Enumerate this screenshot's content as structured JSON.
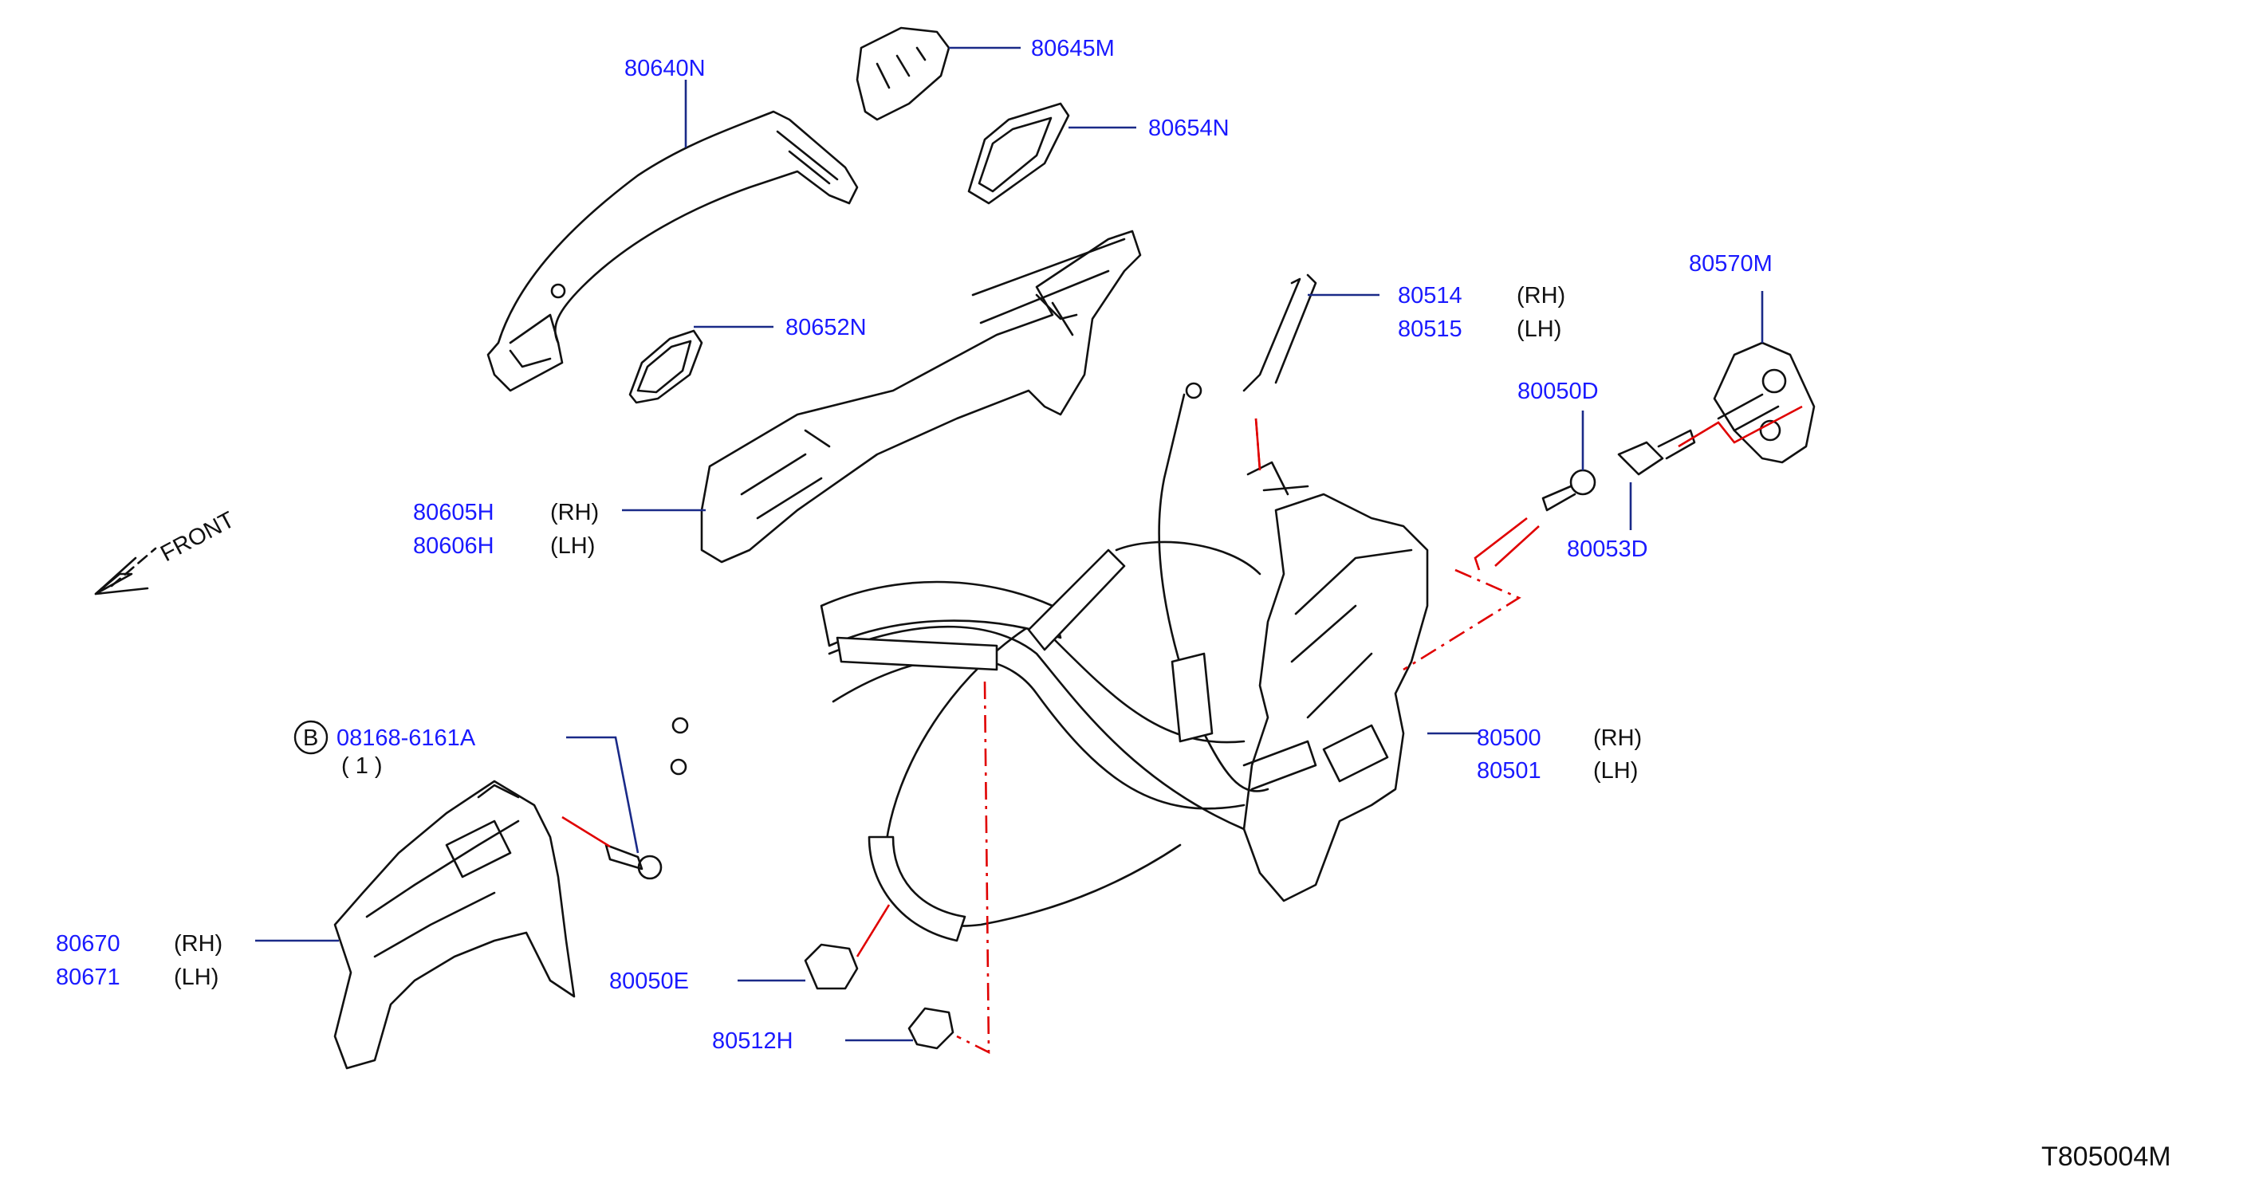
{
  "diagram_code": "T805004M",
  "front_label": "FRONT",
  "callouts": [
    {
      "id": "c80640N",
      "part": "80640N",
      "side": ""
    },
    {
      "id": "c80645M",
      "part": "80645M",
      "side": ""
    },
    {
      "id": "c80654N",
      "part": "80654N",
      "side": ""
    },
    {
      "id": "c80652N",
      "part": "80652N",
      "side": ""
    },
    {
      "id": "c80514",
      "part": "80514",
      "side": "(RH)"
    },
    {
      "id": "c80515",
      "part": "80515",
      "side": "(LH)"
    },
    {
      "id": "c80570M",
      "part": "80570M",
      "side": ""
    },
    {
      "id": "c80050D",
      "part": "80050D",
      "side": ""
    },
    {
      "id": "c80053D",
      "part": "80053D",
      "side": ""
    },
    {
      "id": "c80605H",
      "part": "80605H",
      "side": "(RH)"
    },
    {
      "id": "c80606H",
      "part": "80606H",
      "side": "(LH)"
    },
    {
      "id": "c80500",
      "part": "80500",
      "side": "(RH)"
    },
    {
      "id": "c80501",
      "part": "80501",
      "side": "(LH)"
    },
    {
      "id": "c08168",
      "part": "08168-6161A",
      "side": "",
      "qty": "( 1 )",
      "badge": "B"
    },
    {
      "id": "c80670",
      "part": "80670",
      "side": "(RH)"
    },
    {
      "id": "c80671",
      "part": "80671",
      "side": "(LH)"
    },
    {
      "id": "c80050E",
      "part": "80050E",
      "side": ""
    },
    {
      "id": "c80512H",
      "part": "80512H",
      "side": ""
    }
  ],
  "colors": {
    "part_number": "#1a1aff",
    "leader": "#1a2a88",
    "assembly_line": "#e00000",
    "outline": "#111111"
  }
}
